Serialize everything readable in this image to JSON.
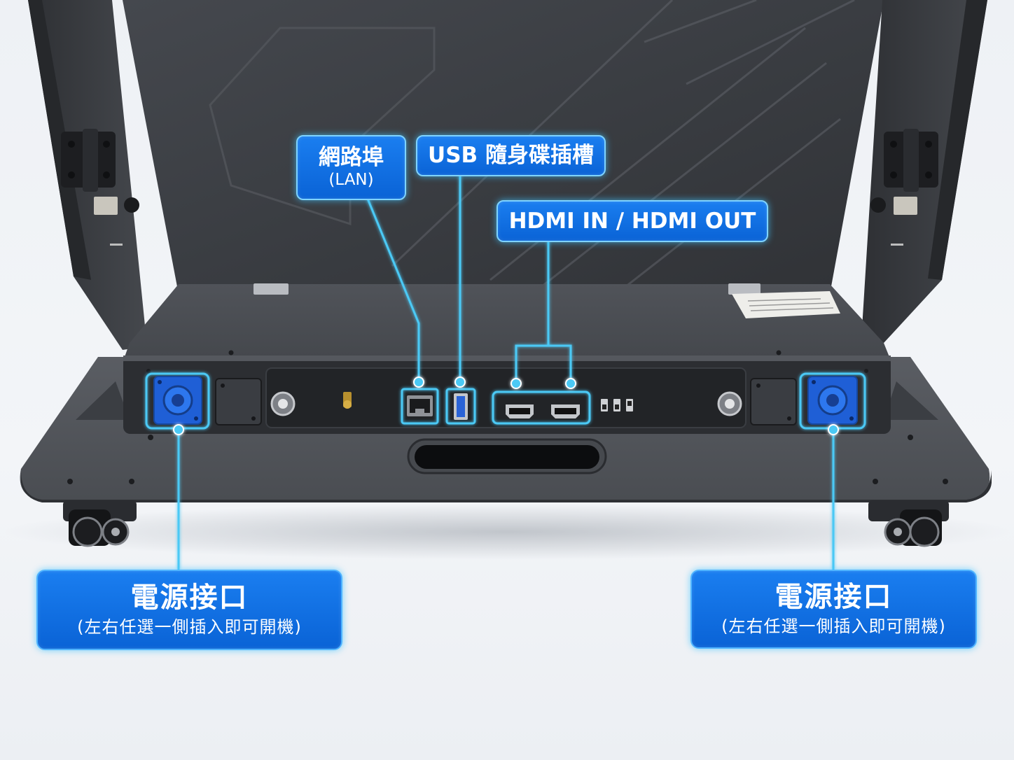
{
  "labels": {
    "lan": {
      "title": "網路埠",
      "subtitle": "(LAN)"
    },
    "usb": {
      "title": "USB 隨身碟插槽"
    },
    "hdmi": {
      "title": "HDMI IN / HDMI OUT"
    },
    "power_left": {
      "title": "電源接口",
      "subtitle": "(左右任選一側插入即可開機)"
    },
    "power_right": {
      "title": "電源接口",
      "subtitle": "(左右任選一側插入即可開機)"
    }
  },
  "icons": {
    "lan_port": "ethernet-port-icon",
    "usb_port": "usb-port-icon",
    "hdmi_port": "hdmi-port-icon",
    "power_port": "powercon-socket-icon"
  },
  "colors": {
    "callout_fill": "#0a6ee0",
    "callout_glow": "#46c8ff",
    "leader_line": "#4cc9f5",
    "power_socket": "#1f5fd6"
  }
}
